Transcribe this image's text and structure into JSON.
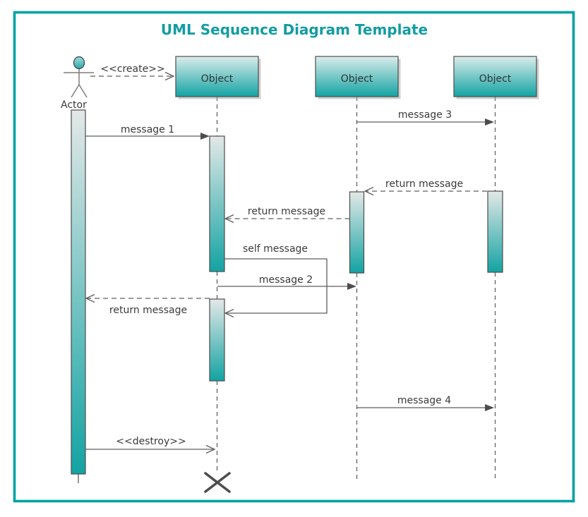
{
  "title": "UML Sequence Diagram Template",
  "actor": {
    "label": "Actor"
  },
  "objects": [
    {
      "label": "Object"
    },
    {
      "label": "Object"
    },
    {
      "label": "Object"
    }
  ],
  "messages": {
    "create": "<<create>>",
    "message1": "message 1",
    "message2": "message 2",
    "message3": "message 3",
    "message4": "message 4",
    "return1": "return message",
    "return2": "return message",
    "return3": "return message",
    "self": "self message",
    "destroy": "<<destroy>>"
  },
  "colors": {
    "accent_border": "#00A2A2",
    "title_text": "#149CA3",
    "gradient_top": "#DBEDEB",
    "gradient_bottom": "#13A3A3",
    "line_gray": "#5E5E5E",
    "text_gray": "#3A3A3A"
  }
}
